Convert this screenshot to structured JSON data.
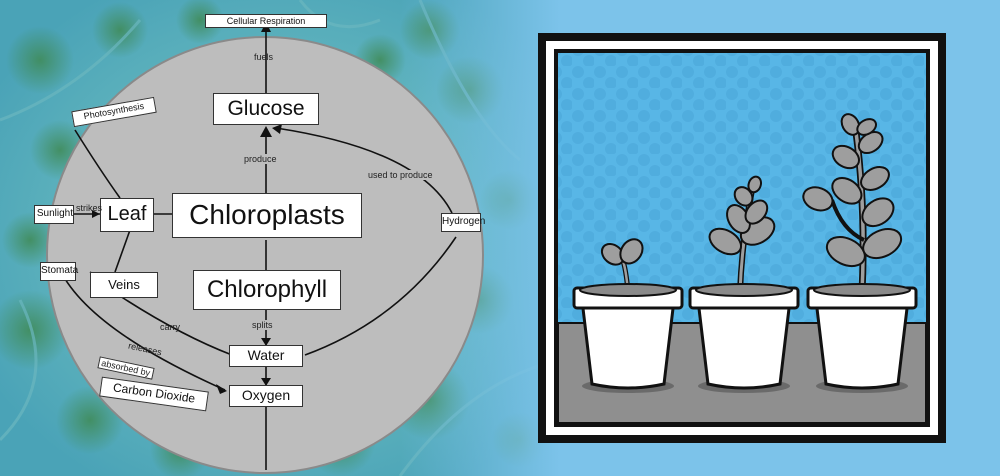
{
  "colors": {
    "sky": "#7cc3ea",
    "sphere": "#bdbdbd",
    "frame_blue": "#58b6e6",
    "shelf": "#8f8f8f",
    "plant_fill": "#9e9e9e",
    "outline": "#111111"
  },
  "concept_map": {
    "nodes": {
      "cellular_respiration": "Cellular Respiration",
      "glucose": "Glucose",
      "photosynthesis": "Photosynthesis",
      "sunlight": "Sunlight",
      "leaf": "Leaf",
      "chloroplasts": "Chloroplasts",
      "hydrogen": "Hydrogen",
      "stomata": "Stomata",
      "veins": "Veins",
      "chlorophyll": "Chlorophyll",
      "water": "Water",
      "oxygen": "Oxygen",
      "carbon_dioxide": "Carbon Dioxide"
    },
    "links": {
      "fuels": "fuels",
      "produce": "produce",
      "used_to_produce": "used to produce",
      "strikes": "strikes",
      "splits": "splits",
      "carry": "carry",
      "releases": "releases",
      "absorbed_by": "absorbed by"
    }
  },
  "illustration": {
    "plants": [
      "small-sprout",
      "medium-plant",
      "tall-plant"
    ]
  }
}
